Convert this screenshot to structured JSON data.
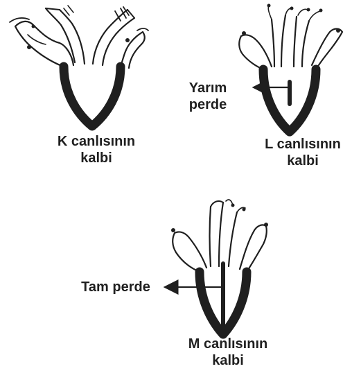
{
  "hearts": [
    {
      "id": "K",
      "caption_line1": "K canlısının",
      "caption_line2": "kalbi"
    },
    {
      "id": "L",
      "caption_line1": "L canlısının",
      "caption_line2": "kalbi",
      "septum_label_line1": "Yarım",
      "septum_label_line2": "perde"
    },
    {
      "id": "M",
      "caption_line1": "M canlısının",
      "caption_line2": "kalbi",
      "septum_label": "Tam perde"
    }
  ],
  "colors": {
    "ink": "#1f1f1f",
    "background": "#ffffff"
  }
}
